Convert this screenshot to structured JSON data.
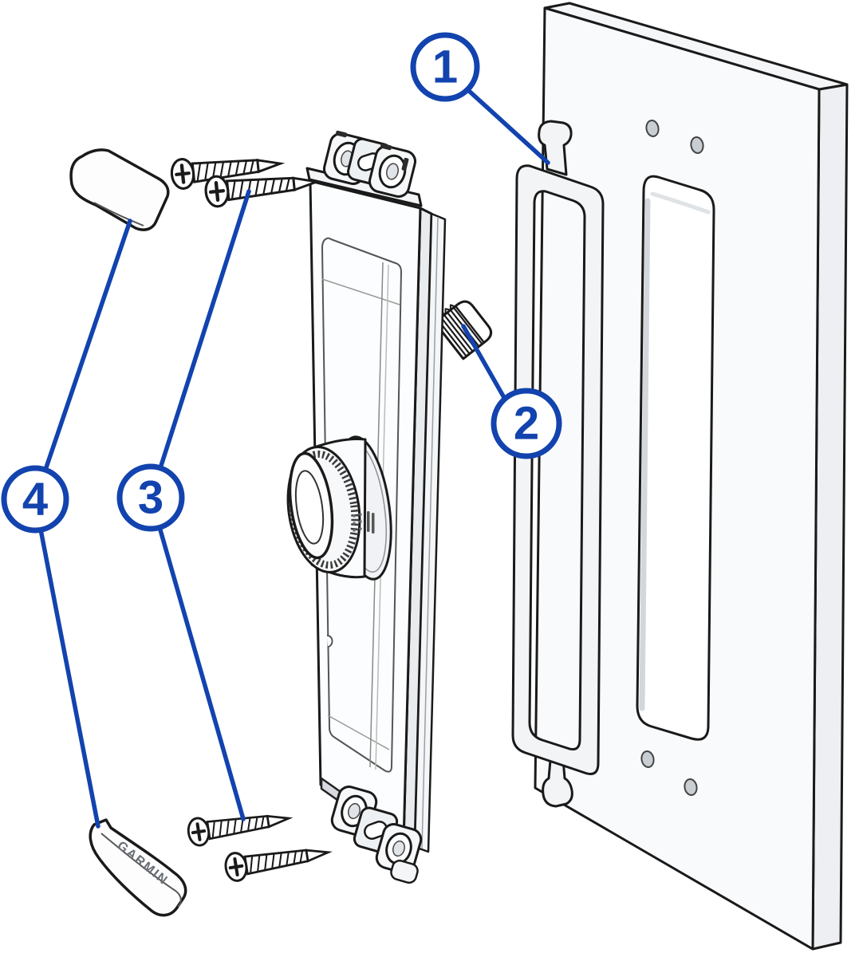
{
  "diagram": {
    "background_color": "#FFFFFF",
    "outline_color": "#1A1A1A",
    "accent_color": "#1243AE",
    "brand_text": "GARMIN",
    "callouts": [
      {
        "label": "1",
        "points_to": "gasket-top-tab"
      },
      {
        "label": "2",
        "points_to": "threaded-stud"
      },
      {
        "label": "3",
        "points_to": "mounting-screws"
      },
      {
        "label": "4",
        "points_to": "trim-caps"
      }
    ]
  }
}
